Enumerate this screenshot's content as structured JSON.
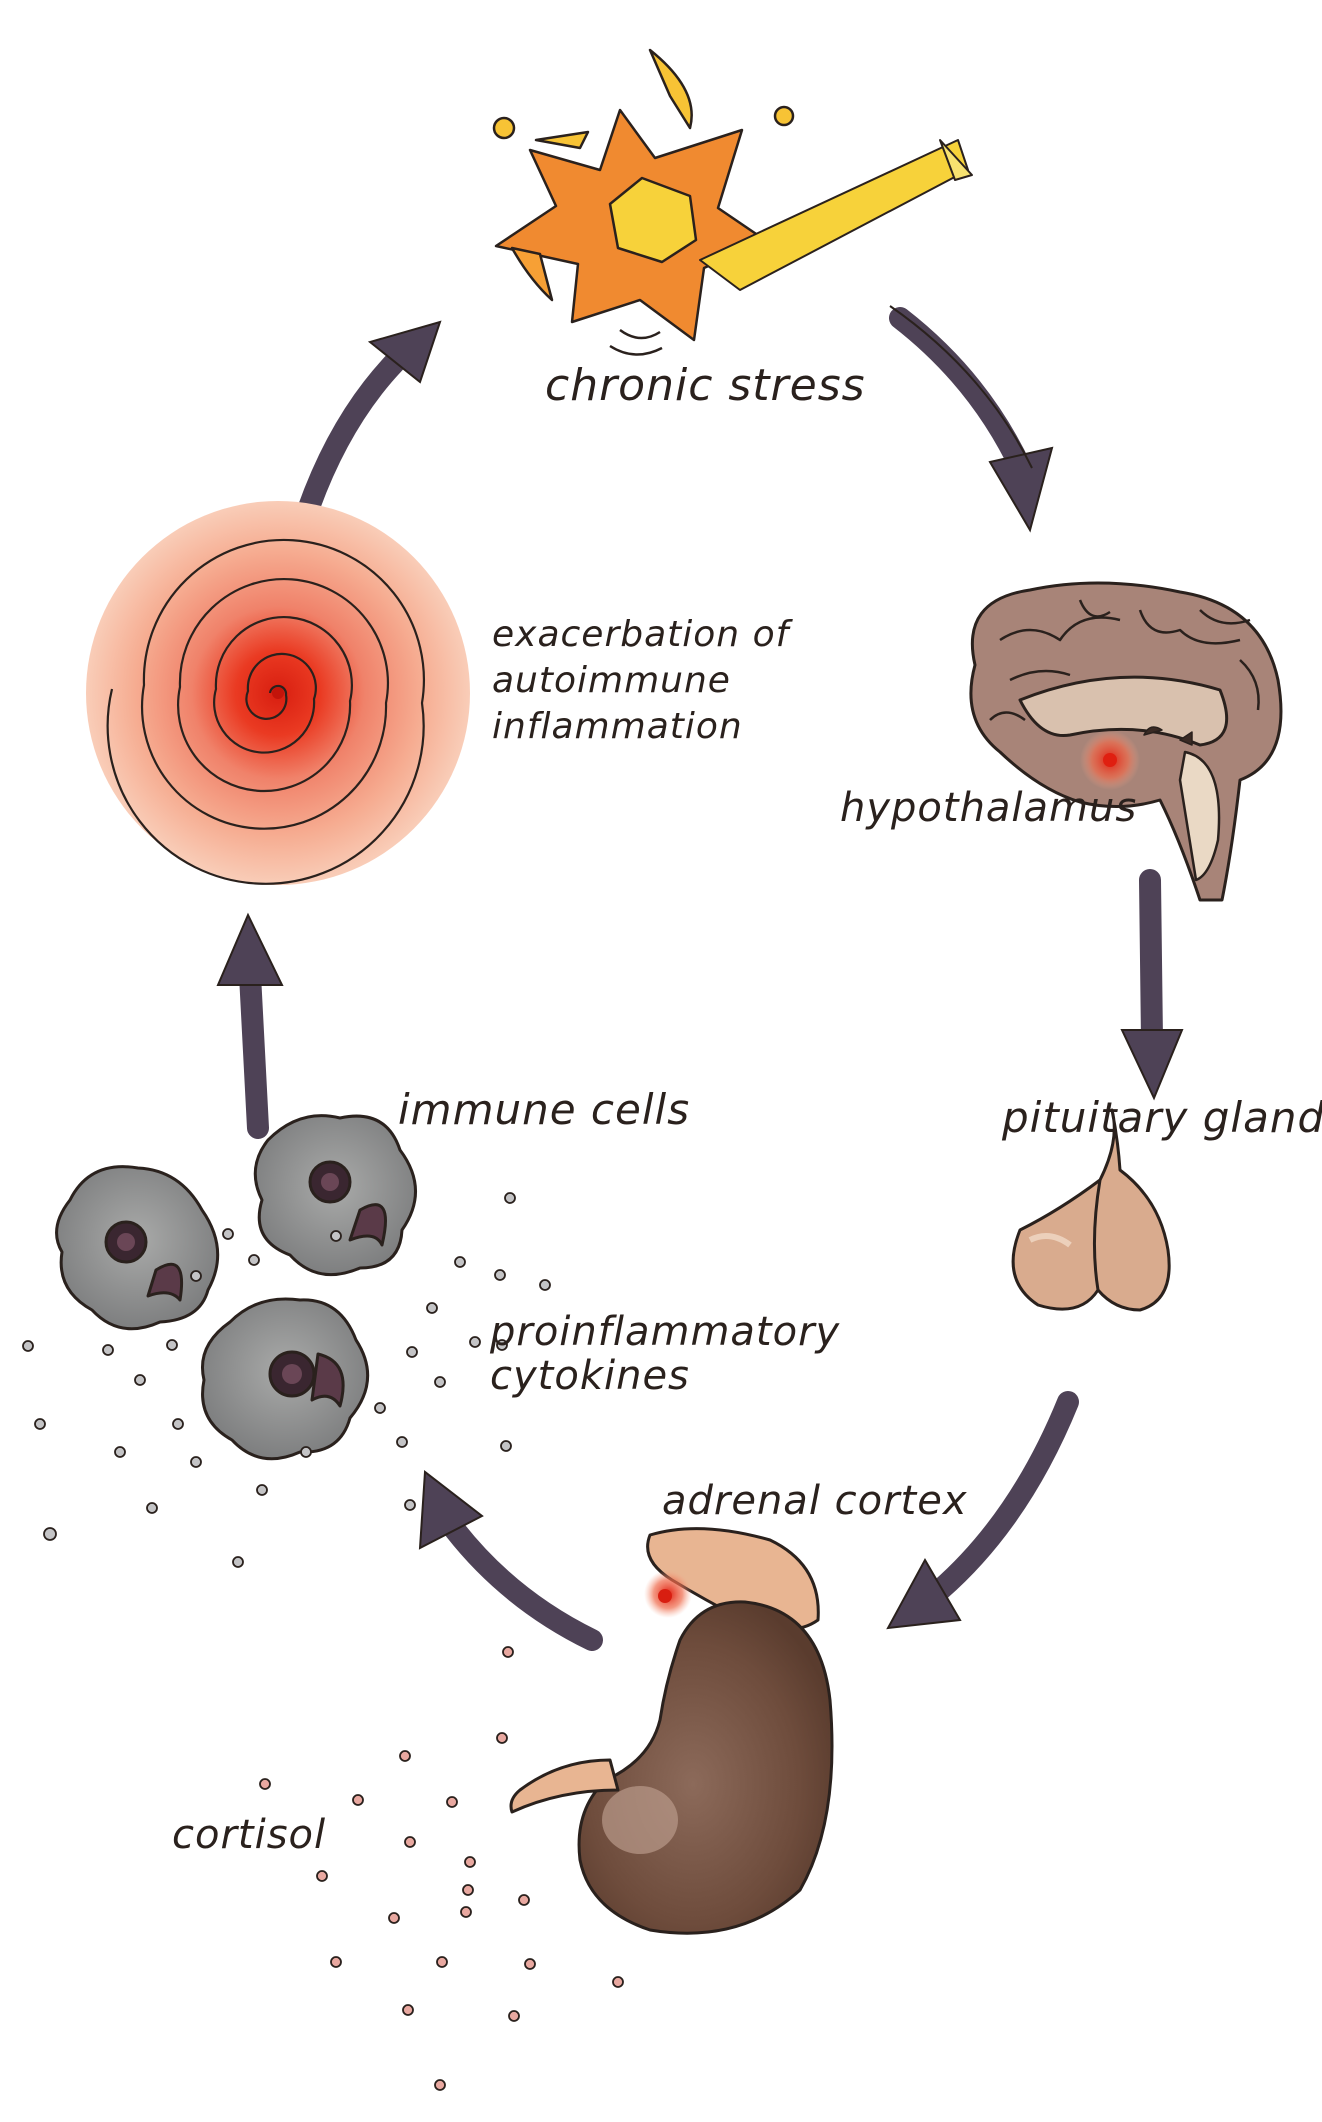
{
  "diagram": {
    "nodes": [
      {
        "id": "stress",
        "label": "chronic stress",
        "icon": "stress-burst-icon"
      },
      {
        "id": "hypothalamus",
        "label": "hypothalamus",
        "icon": "brain-icon"
      },
      {
        "id": "pituitary",
        "label": "pituitary gland",
        "icon": "pituitary-gland-icon"
      },
      {
        "id": "adrenal",
        "label": "adrenal cortex",
        "icon": "kidney-adrenal-icon"
      },
      {
        "id": "cortisol",
        "label": "cortisol",
        "icon": "cortisol-dots-icon"
      },
      {
        "id": "immune",
        "label": "immune cells",
        "icon": "immune-cell-icon"
      },
      {
        "id": "cytokines",
        "label": "proinflammatory\ncytokines",
        "icon": "cytokine-dots-icon"
      },
      {
        "id": "inflammation",
        "label": "exacerbation of\nautoimmune\ninflammation",
        "icon": "inflammation-spiral-icon"
      }
    ],
    "edges": [
      {
        "from": "stress",
        "to": "hypothalamus"
      },
      {
        "from": "hypothalamus",
        "to": "pituitary"
      },
      {
        "from": "pituitary",
        "to": "adrenal"
      },
      {
        "from": "adrenal",
        "to": "immune"
      },
      {
        "from": "immune",
        "to": "inflammation"
      },
      {
        "from": "inflammation",
        "to": "stress"
      }
    ]
  },
  "colors": {
    "arrow": "#4e4256",
    "ink": "#2a211d",
    "stress_orange": "#f08a30",
    "stress_yellow": "#f7d23a",
    "inflammation_red": "#e8321e",
    "inflammation_peach": "#f6b79a",
    "brain": "#a88478",
    "gland": "#d9ab8e",
    "kidney": "#6e4d3d",
    "immune_gray": "#8f9090",
    "cortisol_pink": "#e9a8a0"
  }
}
